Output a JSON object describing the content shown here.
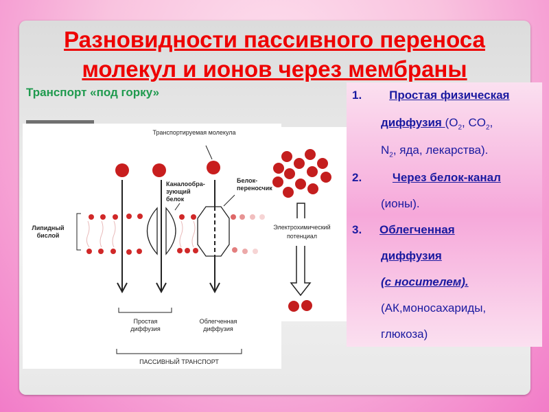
{
  "slide": {
    "title": "Разновидности пассивного переноса молекул и ионов через мембраны",
    "subtitle": "Транспорт «под горку»",
    "photo_description_icon": "photo-children-sled-icon",
    "colors": {
      "title": "#ee0000",
      "subtitle": "#1f9a4e",
      "list_text": "#1a1aa0",
      "molecule": "#c81e1e"
    }
  },
  "diagram": {
    "transported_molecule": "Транспортируемая молекула",
    "lipid_bilayer": [
      "Липидный",
      "бислой"
    ],
    "channel_protein": [
      "Каналообра-",
      "зующий",
      "белок"
    ],
    "carrier_protein": [
      "Белок-",
      "переносчик"
    ],
    "simple_diffusion": [
      "Простая",
      "диффузия"
    ],
    "facilitated_diffusion": [
      "Облегченная",
      "диффузия"
    ],
    "passive_transport": "ПАССИВНЫЙ ТРАНСПОРТ",
    "electrochemical_potential": [
      "Электрохимический",
      "потенциал"
    ]
  },
  "list": [
    {
      "num": "1.",
      "title": "Простая физическая диффузия",
      "title_a": "Простая физическая",
      "title_b": "диффузия ",
      "detail_a": "(O",
      "detail_b": ", CO",
      "detail_c": ",",
      "detail_d": "N",
      "detail_e": ", яда, лекарства).",
      "sub": "2"
    },
    {
      "num": "2.",
      "title": "Через белок-канал",
      "detail": "(ионы)."
    },
    {
      "num": "3.",
      "title_a": "Облегченная",
      "title_b": "диффузия ",
      "title_c": "(с носителем).",
      "detail_a": "(АК,моносахариды,",
      "detail_b": "глюкоза)"
    }
  ]
}
